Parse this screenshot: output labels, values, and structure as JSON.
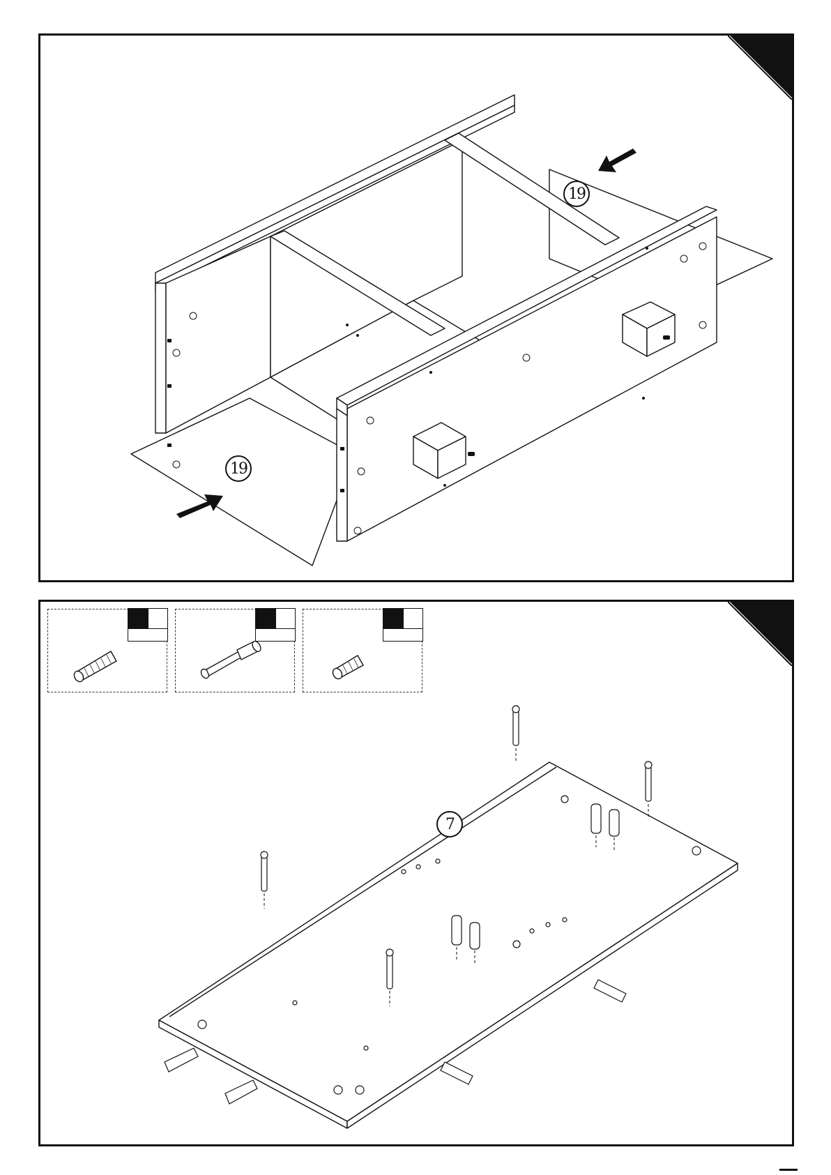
{
  "step_top": {
    "callouts": [
      {
        "label": "19"
      },
      {
        "label": "19"
      }
    ]
  },
  "step_bottom": {
    "part_callout": {
      "label": "7"
    },
    "hardware": [
      {
        "icon": "wood-dowel-icon"
      },
      {
        "icon": "cam-bolt-icon"
      },
      {
        "icon": "short-dowel-icon"
      }
    ]
  },
  "colors": {
    "ink": "#111111",
    "paper": "#ffffff"
  }
}
